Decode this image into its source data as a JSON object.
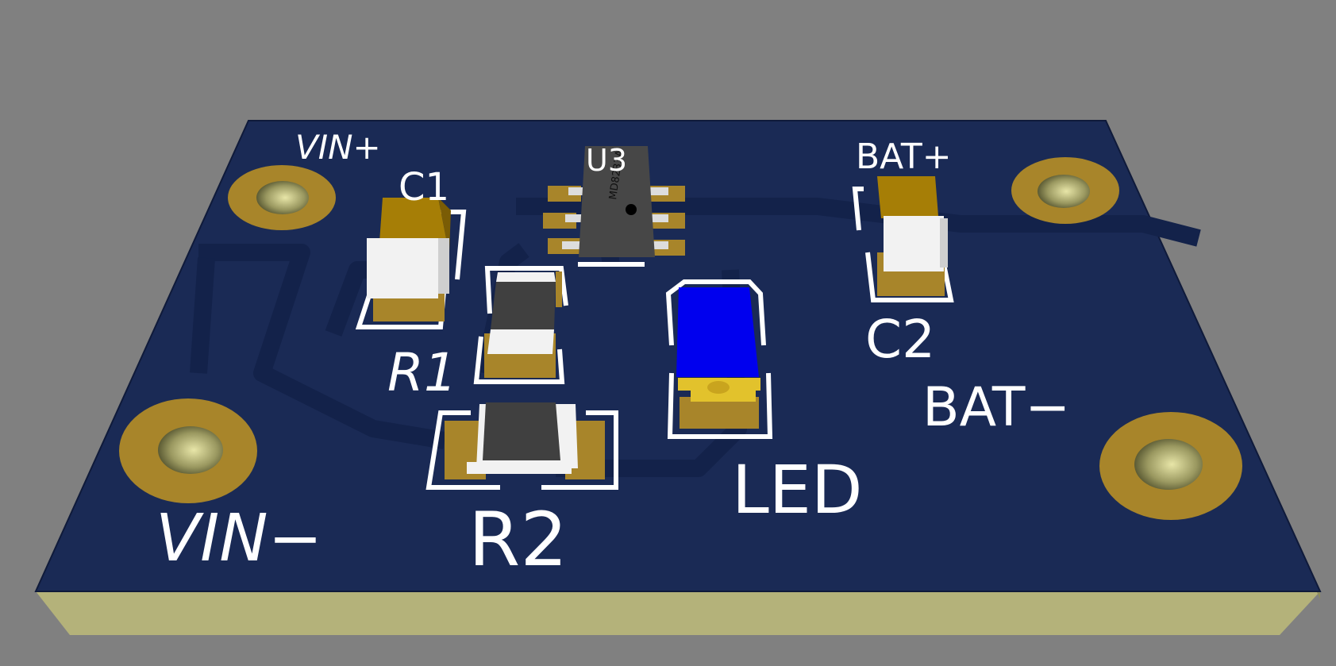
{
  "scene": {
    "background_color": "#808080",
    "board_color": "#1a2a55",
    "board_edge_color": "#b4b27a",
    "copper_color": "#a8852a",
    "silkscreen_color": "#ffffff"
  },
  "silkscreen": {
    "vin_plus": "VIN+",
    "vin_minus": "VIN−",
    "bat_plus": "BAT+",
    "bat_minus": "BAT−",
    "c1": "C1",
    "c2": "C2",
    "r1": "R1",
    "r2": "R2",
    "u3": "U3",
    "led": "LED"
  },
  "chip": {
    "marking": "MD8233A"
  }
}
